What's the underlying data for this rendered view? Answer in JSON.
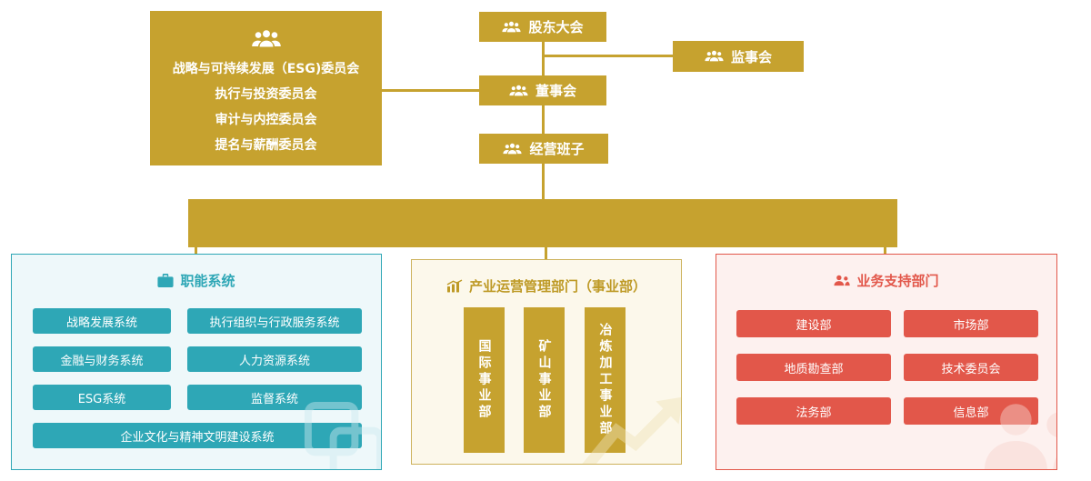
{
  "colors": {
    "gold": "#C6A22F",
    "teal": "#2EA7B6",
    "red": "#E2574A"
  },
  "governance": {
    "shareholders_label": "股东大会",
    "supervisory_label": "监事会",
    "board_label": "董事会",
    "management_label": "经营班子",
    "committees": [
      "战略与可持续发展（ESG)委员会",
      "执行与投资委员会",
      "审计与内控委员会",
      "提名与薪酬委员会"
    ]
  },
  "functional_panel": {
    "title": "职能系统",
    "items": [
      "战略发展系统",
      "执行组织与行政服务系统",
      "金融与财务系统",
      "人力资源系统",
      "ESG系统",
      "监督系统",
      "企业文化与精神文明建设系统"
    ]
  },
  "operations_panel": {
    "title": "产业运营管理部门（事业部）",
    "items": [
      "国际事业部",
      "矿山事业部",
      "冶炼加工事业部"
    ]
  },
  "support_panel": {
    "title": "业务支持部门",
    "items": [
      "建设部",
      "市场部",
      "地质勘查部",
      "技术委员会",
      "法务部",
      "信息部"
    ]
  }
}
